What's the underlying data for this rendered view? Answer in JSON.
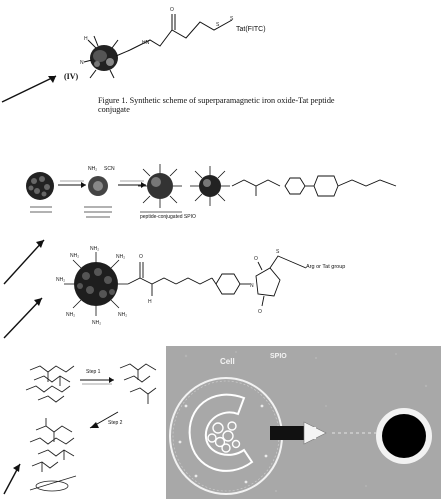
{
  "figure1": {
    "compound_label": "(IV)",
    "peptide_label": "Tat(FITC)",
    "caption": "Figure 1. Synthetic scheme of superparamagnetic iron oxide-Tat peptide conjugate"
  },
  "scheme_top": {
    "ligand_labels": [
      "NH₂",
      "SCN"
    ],
    "product_label": "peptide-conjugated SPIO"
  },
  "scheme_mid": {
    "amine_label": "NH₂",
    "peptide_label": "Arg or Tat group"
  },
  "scheme_bottom": {
    "step1_label": "Step 1",
    "step2_label": "Step 2"
  },
  "cell_panel": {
    "cell_label": "Cell",
    "particle_label": "SPIO",
    "colors": {
      "background": "#a8a8a8",
      "cell_outline": "#f2f2f2",
      "particle": "#000000"
    }
  }
}
